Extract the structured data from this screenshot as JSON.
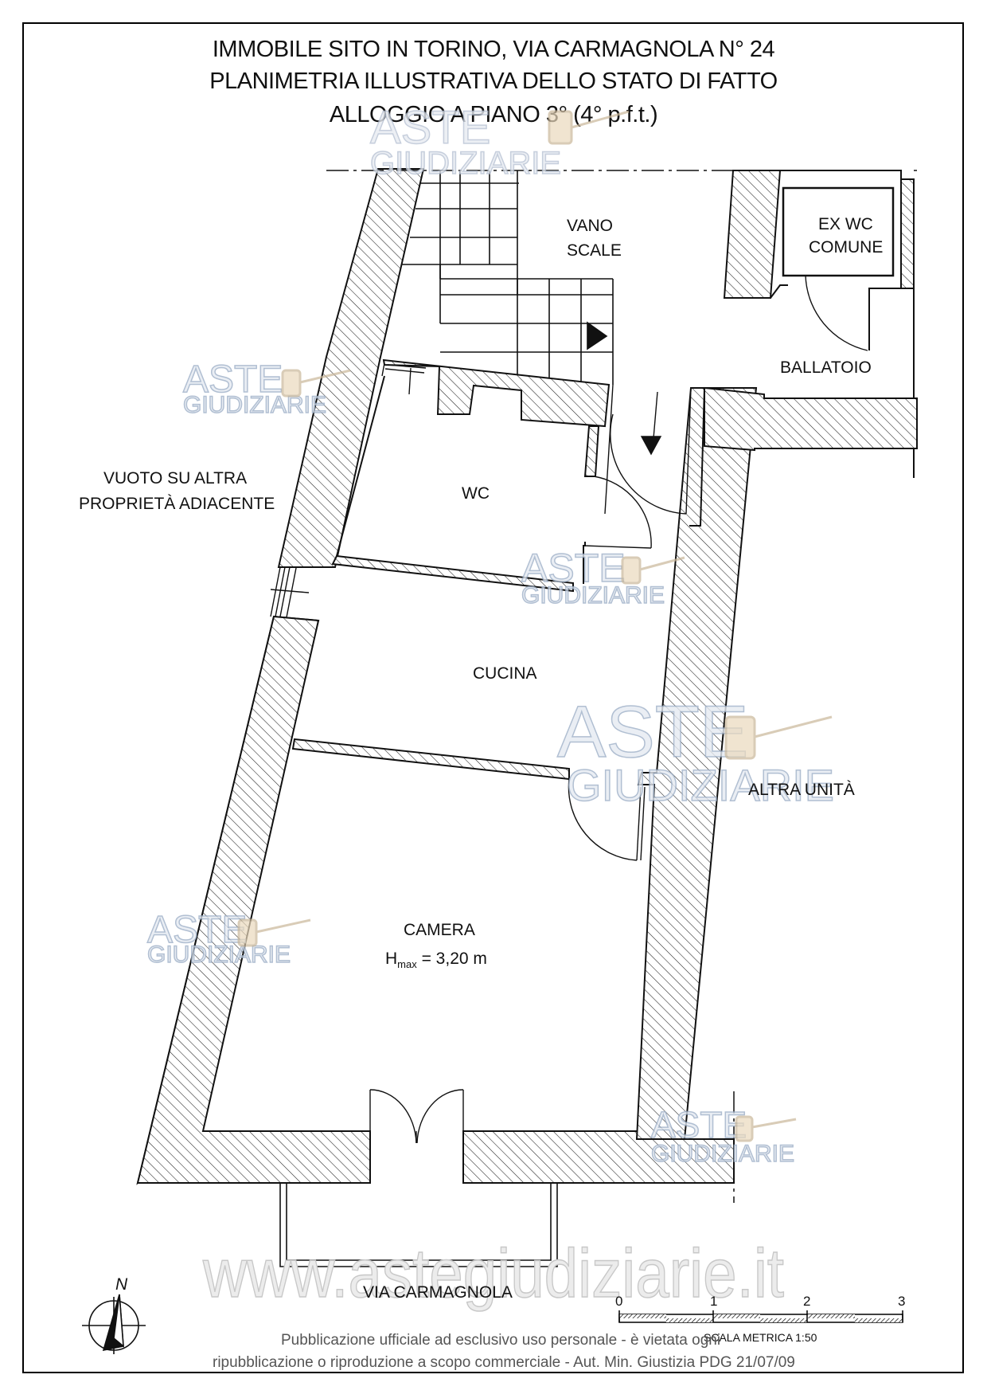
{
  "title": {
    "line1": "IMMOBILE SITO IN TORINO, VIA CARMAGNOLA N° 24",
    "line2": "PLANIMETRIA ILLUSTRATIVA DELLO STATO DI FATTO",
    "line3": "ALLOGGIO A PIANO 3° (4° p.f.t.)"
  },
  "rooms": {
    "vano_scale_1": "VANO",
    "vano_scale_2": "SCALE",
    "ex_wc_1": "EX WC",
    "ex_wc_2": "COMUNE",
    "ballatoio": "BALLATOIO",
    "wc": "WC",
    "cucina": "CUCINA",
    "camera": "CAMERA",
    "hmax_h": "H",
    "hmax_sub": "max",
    "hmax_value": "= 3,20 m"
  },
  "surroundings": {
    "vuoto_1": "VUOTO SU ALTRA",
    "vuoto_2": "PROPRIETÀ ADIACENTE",
    "altra_unita": "ALTRA UNITÀ",
    "street": "VIA CARMAGNOLA"
  },
  "north": {
    "label": "N"
  },
  "scale_bar": {
    "ticks": [
      "0",
      "1",
      "2",
      "3"
    ],
    "caption": "SCALA METRICA 1:50"
  },
  "watermark": {
    "brand_top": "ASTE",
    "brand_bottom": "GIUDIZIARIE",
    "url": "www.astegiudiziarie.it"
  },
  "footer": {
    "line1": "Pubblicazione ufficiale ad esclusivo uso personale - è vietata ogni",
    "line2": "ripubblicazione o riproduzione a scopo commerciale - Aut. Min. Giustizia PDG 21/07/09"
  }
}
